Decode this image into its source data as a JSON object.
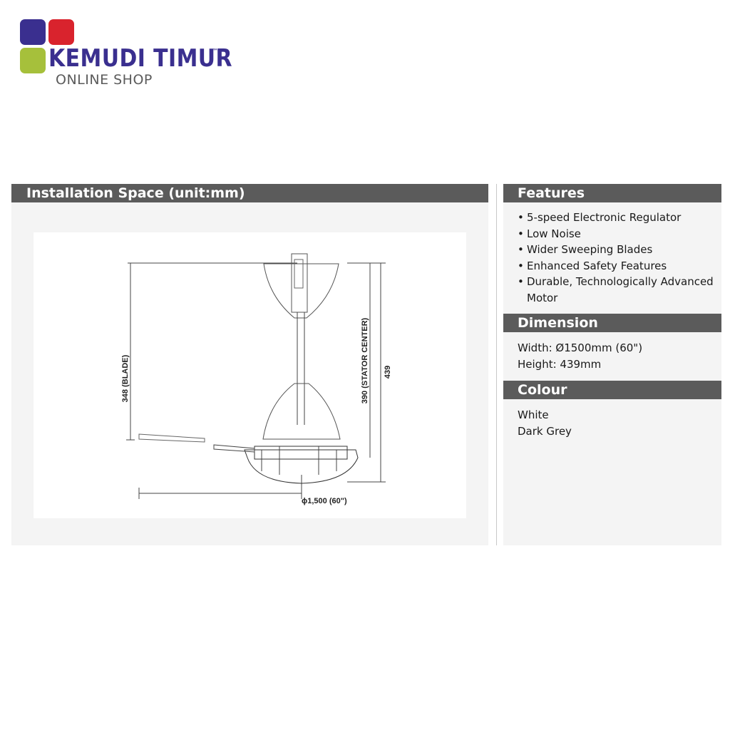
{
  "logo": {
    "brand": "KEMUDI TIMUR",
    "trademark": "™",
    "subtitle": "ONLINE SHOP",
    "colors": {
      "blue": "#3a2f8f",
      "red": "#d9232d",
      "green": "#a6c03b",
      "grey": "#5b5b5b"
    }
  },
  "installation": {
    "title": "Installation Space (unit:mm)",
    "drawing": {
      "blade_label": "348 (BLADE)",
      "stator_label": "390 (STATOR CENTER)",
      "height_label": "439",
      "diameter_label": "ϕ1,500 (60\")"
    }
  },
  "features": {
    "title": "Features",
    "items": [
      "5-speed Electronic Regulator",
      "Low Noise",
      "Wider Sweeping Blades",
      "Enhanced Safety Features",
      "Durable, Technologically Advanced Motor"
    ]
  },
  "dimension": {
    "title": "Dimension",
    "width": "Width: Ø1500mm (60\")",
    "height": "Height: 439mm"
  },
  "colour": {
    "title": "Colour",
    "options": [
      "White",
      "Dark Grey"
    ]
  },
  "theme": {
    "header_bar": "#5b5b5b",
    "panel_bg": "#f4f4f4"
  }
}
